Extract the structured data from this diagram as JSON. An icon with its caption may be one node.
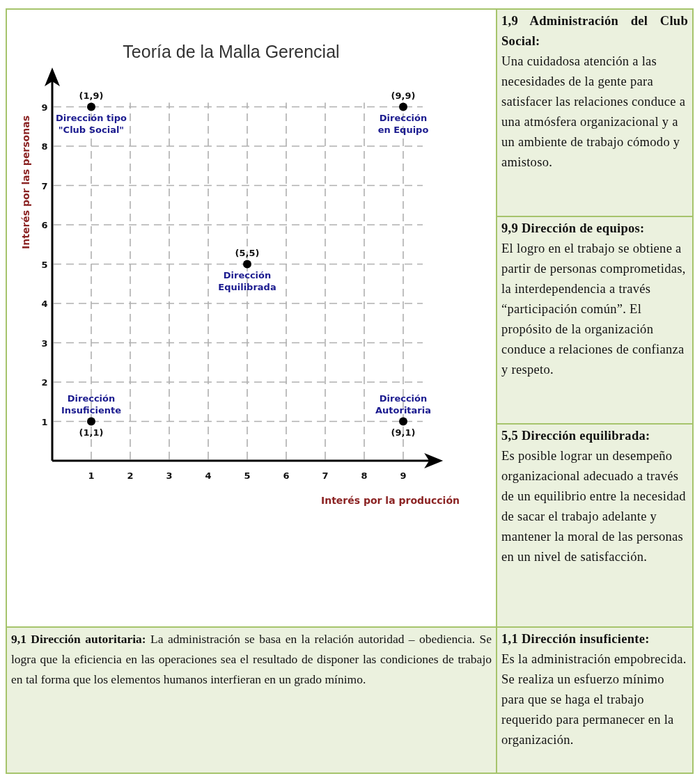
{
  "diagram": {
    "nodes": [
      {
        "text": [
          "1,9 Administración del Club Social:",
          "Una cuidadosa atención a las necesidades de la gente para satisfacer las relaciones conduce a una atmósfera organizacional y a un ambiente de trabajo cómodo y amistoso."
        ]
      },
      {
        "text": [
          "9,9 Dirección de equipos:",
          "El logro en el trabajo se obtiene a partir de personas comprometidas, la interdependencia a través “participación común”. El propósito de la organización conduce a relaciones de confianza y respeto."
        ]
      },
      {
        "text": [
          "5,5 Dirección equilibrada:",
          "Es posible lograr un desempeño organizacional adecuado a través de un equilibrio entre la necesidad de sacar el trabajo adelante y mantener la moral de las personas en un nivel de satisfacción."
        ]
      },
      {
        "text": [
          "**9,1 Dirección autoritaria:** La administración se basa en la relación autoridad – obediencia. Se logra que la eficiencia en las operaciones sea el resultado de disponer las condiciones de trabajo en tal forma que los elementos humanos interfieran en un grado mínimo."
        ]
      },
      {
        "text": [
          "1,1 Dirección insuficiente:",
          "Es la administración empobrecida. Se realiza un esfuerzo mínimo para que se haga el trabajo requerido para permanecer en la organización."
        ]
      }
    ],
    "chart_data": {
      "type": "scatter",
      "title": "Teoría de la Malla Gerencial",
      "xlabel": "Interés por la producción",
      "ylabel": "Interés por las personas",
      "x": [
        1,
        9,
        5,
        1,
        9
      ],
      "series": [
        {
          "color": "#000000",
          "values": [
            9,
            9,
            5,
            1,
            1
          ]
        }
      ],
      "xlim": [
        0,
        9.7
      ],
      "ylim": [
        0,
        9.7
      ],
      "grid": true,
      "xticks": [
        1,
        2,
        3,
        4,
        5,
        6,
        7,
        8,
        9
      ],
      "yticks": [
        1,
        2,
        3,
        4,
        5,
        6,
        7,
        8,
        9
      ],
      "annotations": [
        {
          "x": 1,
          "y": 9,
          "text": "(1,9)"
        },
        {
          "x": 1,
          "y": 9,
          "text": "Dirección tipo \"Club Social\""
        },
        {
          "x": 9,
          "y": 9,
          "text": "(9,9)"
        },
        {
          "x": 9,
          "y": 9,
          "text": "Dirección en Equipo"
        },
        {
          "x": 5,
          "y": 5,
          "text": "(5,5)"
        },
        {
          "x": 5,
          "y": 5,
          "text": "Dirección Equilibrada"
        },
        {
          "x": 1,
          "y": 1,
          "text": "Dirección Insuficiente"
        },
        {
          "x": 1,
          "y": 1,
          "text": "(1,1)"
        },
        {
          "x": 9,
          "y": 1,
          "text": "Dirección Autoritaria"
        },
        {
          "x": 9,
          "y": 1,
          "text": "(9,1)"
        }
      ]
    }
  }
}
